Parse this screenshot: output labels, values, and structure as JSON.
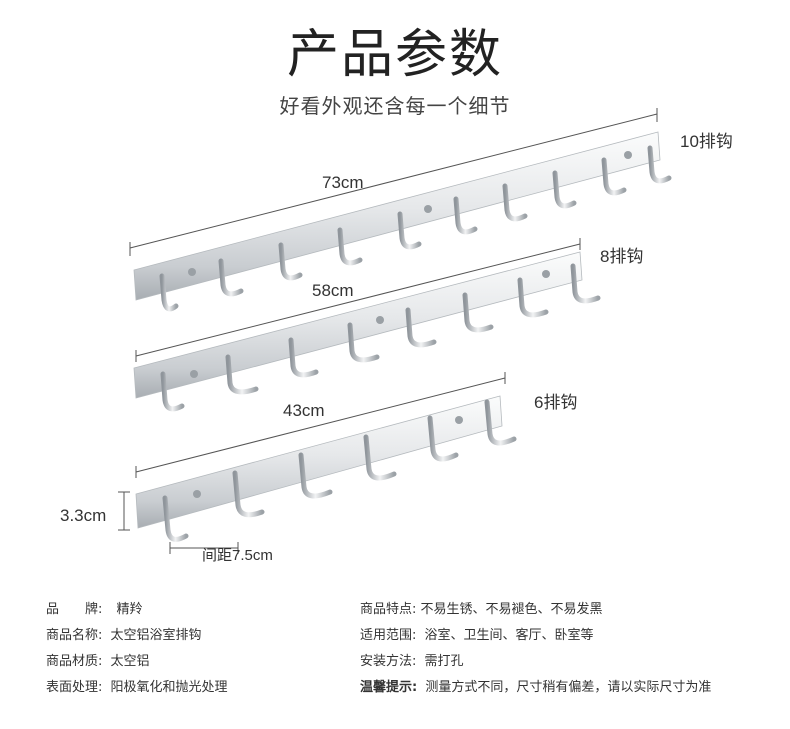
{
  "header": {
    "title": "产品参数",
    "subtitle": "好看外观还含每一个细节"
  },
  "products": [
    {
      "length": "73cm",
      "name": "10排钩",
      "hooks": 10
    },
    {
      "length": "58cm",
      "name": "8排钩",
      "hooks": 8
    },
    {
      "length": "43cm",
      "name": "6排钩",
      "hooks": 6
    }
  ],
  "dimensions": {
    "height": "3.3cm",
    "spacing": "间距7.5cm"
  },
  "specs_left": [
    {
      "key": "品　　牌:",
      "value": "精羚"
    },
    {
      "key": "商品名称:",
      "value": "太空铝浴室排钩"
    },
    {
      "key": "商品材质:",
      "value": "太空铝"
    },
    {
      "key": "表面处理:",
      "value": "阳极氧化和抛光处理"
    }
  ],
  "specs_right": [
    {
      "key": "商品特点:",
      "value": "不易生锈、不易褪色、不易发黑"
    },
    {
      "key": "适用范围:",
      "value": "浴室、卫生间、客厅、卧室等"
    },
    {
      "key": "安装方法:",
      "value": "需打孔"
    },
    {
      "key": "温馨提示:",
      "value": "测量方式不同，尺寸稍有偏差，请以实际尺寸为准"
    }
  ],
  "colors": {
    "metal_light": "#f4f5f6",
    "metal_dark": "#a9aeb3",
    "line": "#555555"
  }
}
